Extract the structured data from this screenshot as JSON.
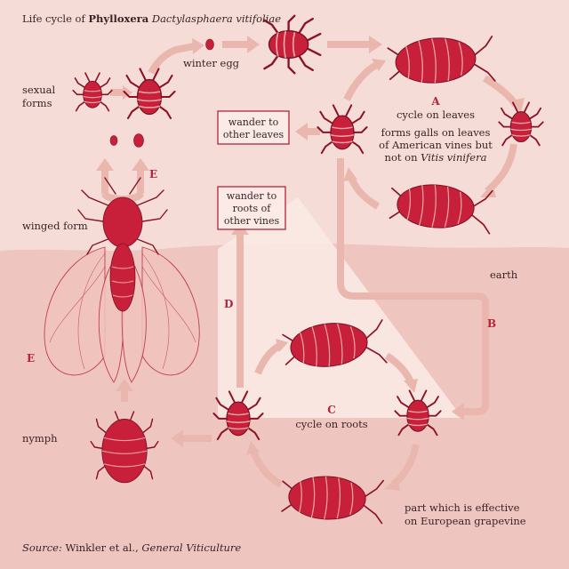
{
  "title": {
    "prefix": "Life cycle of ",
    "genus": "Phylloxera",
    "species": "Dactylasphaera vitifoliae"
  },
  "labels": {
    "sexual_forms_line1": "sexual",
    "sexual_forms_line2": "forms",
    "winter_egg": "winter egg",
    "winged_form": "winged form",
    "nymph": "nymph",
    "earth": "earth",
    "cycle_leaves_letter": "A",
    "cycle_leaves_title": "cycle on leaves",
    "galls_line1": "forms galls on leaves",
    "galls_line2": "of American vines but",
    "galls_line3_prefix": "not on ",
    "galls_line3_italic": "Vitis vinifera",
    "cycle_roots_letter": "C",
    "cycle_roots_title": "cycle on roots",
    "effective_line1": "part which is effective",
    "effective_line2": "on European grapevine",
    "letter_b": "B",
    "letter_d": "D",
    "letter_e_top": "E",
    "letter_e_left": "E"
  },
  "boxes": {
    "wander_leaves_line1": "wander to",
    "wander_leaves_line2": "other leaves",
    "wander_roots_line1": "wander to",
    "wander_roots_line2": "roots of",
    "wander_roots_line3": "other vines"
  },
  "source": {
    "prefix": "Source:",
    "authors": " Winkler et al., ",
    "book": "General Viticulture"
  },
  "colors": {
    "background": "#f6dcd6",
    "soil": "#efc6bf",
    "arrow": "#eab7ae",
    "insect": "#c8203a",
    "text": "#3a2326",
    "letter": "#b5243a"
  }
}
